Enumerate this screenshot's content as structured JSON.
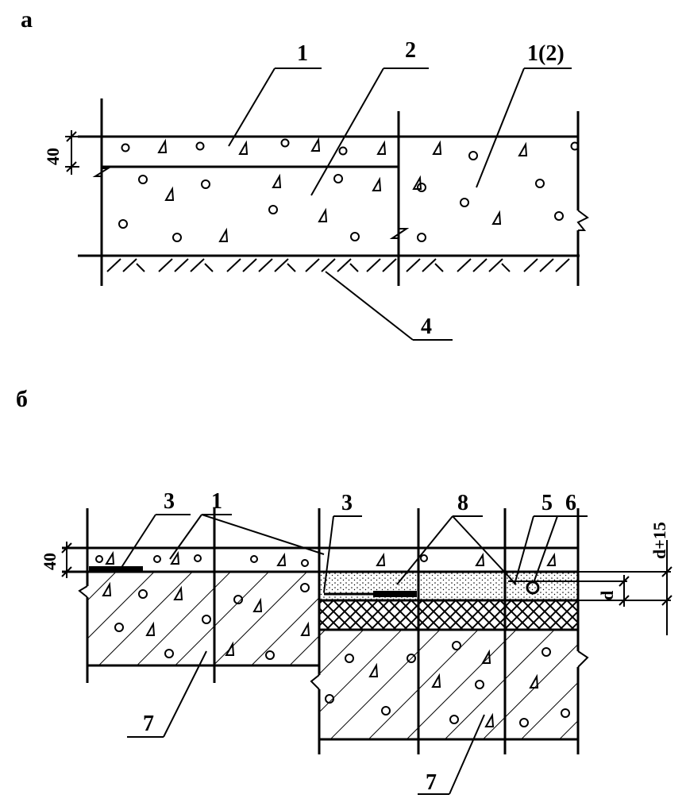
{
  "panel_a": {
    "label": "а",
    "callouts": [
      "1",
      "2",
      "1(2)",
      "4"
    ],
    "dimension": "40"
  },
  "panel_b": {
    "label": "б",
    "callouts": [
      "3",
      "1",
      "3",
      "8",
      "5",
      "6",
      "7",
      "7"
    ],
    "dimension_left": "40",
    "dimension_right_top": "d+15",
    "dimension_right_bottom": "d"
  }
}
